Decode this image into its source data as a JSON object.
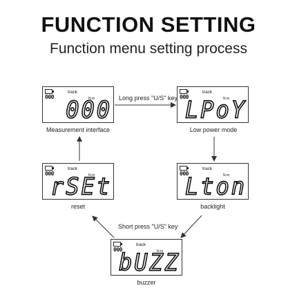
{
  "title": "FUNCTION SETTING",
  "subtitle": "Function menu setting process",
  "transitions": {
    "long_press": "Long press \"U/S\" key",
    "short_press": "Short press \"U/S\" key"
  },
  "screens": [
    {
      "id": "measurement",
      "readout": "000",
      "label": "Measurement interface",
      "track": "track",
      "unit": "N.m",
      "mini": "000"
    },
    {
      "id": "low_power",
      "readout": "LPoY",
      "label": "Low power mode",
      "track": "track",
      "unit": "N.m",
      "mini": "000"
    },
    {
      "id": "backlight",
      "readout": "Lton",
      "label": "backlight",
      "track": "track",
      "unit": "N.m",
      "mini": "000"
    },
    {
      "id": "buzzer",
      "readout": "bUZZ",
      "label": "buzzer",
      "track": "track",
      "unit": "N.m",
      "mini": "000"
    },
    {
      "id": "reset",
      "readout": "rSEt",
      "label": "reset",
      "track": "track",
      "unit": "N.m",
      "mini": "000"
    }
  ]
}
